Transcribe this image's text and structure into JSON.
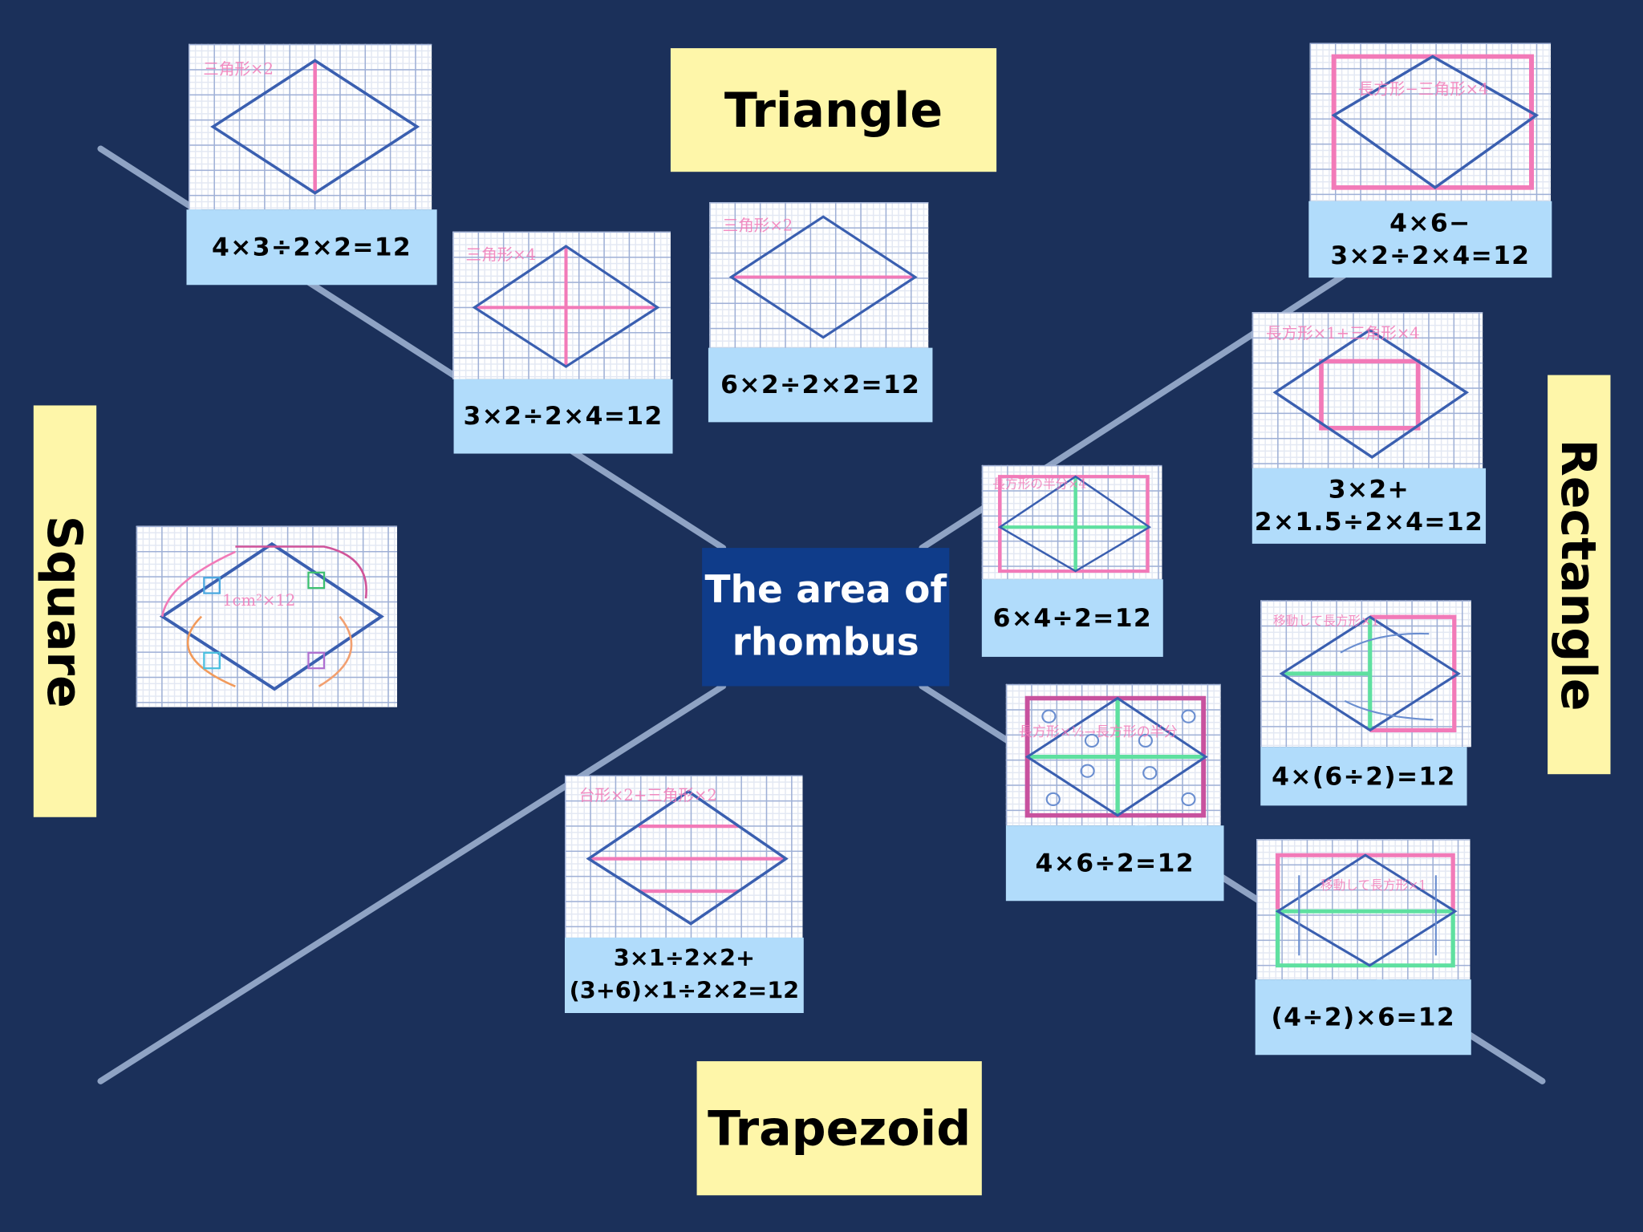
{
  "title": {
    "line1": "The area of",
    "line2": "rhombus"
  },
  "categories": {
    "triangle": "Triangle",
    "square": "Square",
    "rectangle": "Rectangle",
    "trapezoid": "Trapezoid"
  },
  "colors": {
    "background": "#1b305a",
    "center": "#0f3c8a",
    "category": "#fef6a9",
    "formula": "#b1dcfb",
    "rhombus": "#3a5fb0",
    "pink": "#f27ab8",
    "green": "#5fe0a0"
  },
  "cards": [
    {
      "note": "三角形×2",
      "formula": [
        "4×3÷2×2=12"
      ]
    },
    {
      "note": "三角形×4",
      "formula": [
        "3×2÷2×4=12"
      ]
    },
    {
      "note": "三角形×2",
      "formula": [
        "6×2÷2×2=12"
      ]
    },
    {
      "note": "長方形−三角形×4",
      "formula": [
        "4×6−",
        "3×2÷2×4=12"
      ]
    },
    {
      "note": "長方形×1+三角形×4",
      "formula": [
        "3×2+",
        "2×1.5÷2×4=12"
      ]
    },
    {
      "note": "長方形の半分×4",
      "formula": [
        "6×4÷2=12"
      ]
    },
    {
      "note": "移動して長方形×1",
      "formula": [
        "4×(6÷2)=12"
      ]
    },
    {
      "note": "長方形×½→長方形の半分",
      "formula": [
        "4×6÷2=12"
      ]
    },
    {
      "note": "移動して長方形×1",
      "formula": [
        "(4÷2)×6=12"
      ]
    },
    {
      "note": "台形×2+三角形×2",
      "formula": [
        "3×1÷2×2+",
        "(3+6)×1÷2×2=12"
      ]
    },
    {
      "note": "1cm²×12",
      "formula": []
    }
  ]
}
